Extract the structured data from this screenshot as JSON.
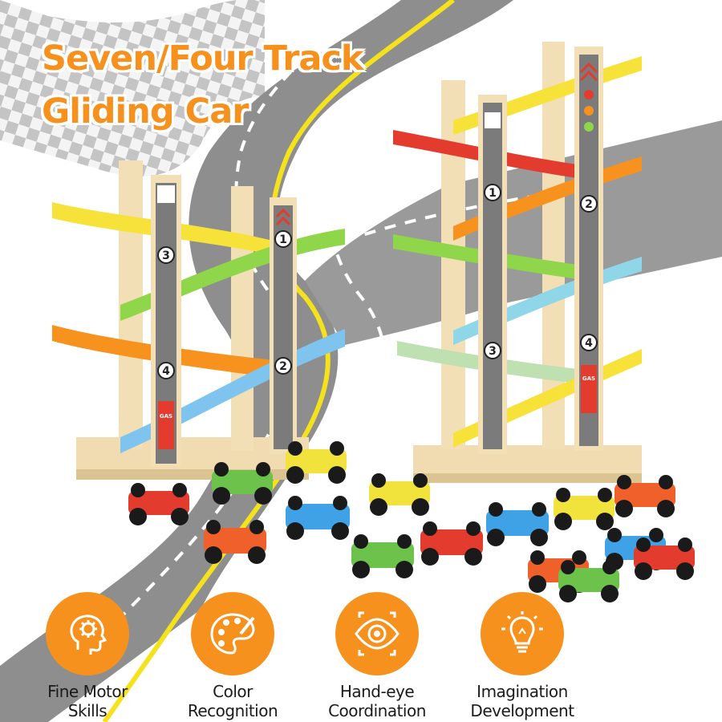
{
  "title": {
    "line1": "Seven/Four Track",
    "line2": "Gliding Car"
  },
  "features": [
    {
      "icon": "brain-gear-icon",
      "line1": "Fine Motor",
      "line2": "Skills"
    },
    {
      "icon": "palette-icon",
      "line1": "Color",
      "line2": "Recognition"
    },
    {
      "icon": "eye-icon",
      "line1": "Hand-eye",
      "line2": "Coordination"
    },
    {
      "icon": "lightbulb-icon",
      "line1": "Imagination",
      "line2": "Development"
    }
  ],
  "colors": {
    "accent": "#f6911e",
    "road": "#8e8e8e",
    "road_line": "#f4e21c",
    "wood": "#f1dcb1"
  },
  "toys": {
    "left_tower_numbers": [
      "3",
      "4",
      "1",
      "2"
    ],
    "right_tower_numbers": [
      "1",
      "3",
      "2",
      "4"
    ],
    "left_gas_label": "GAS",
    "right_gas_label": "GAS"
  }
}
